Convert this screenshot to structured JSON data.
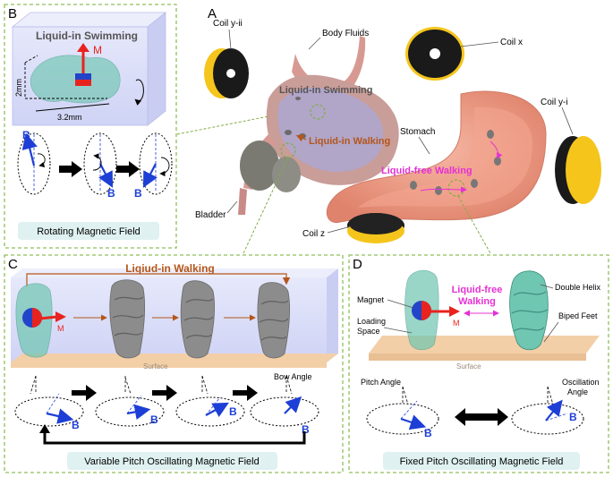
{
  "panel_a": {
    "letter": "A",
    "labels": {
      "coil_y_ii": "Coil y-ii",
      "body_fluids": "Body Fluids",
      "coil_x": "Coil x",
      "coil_y_i": "Coil y-i",
      "liquid_in_swimming": "Liquid-in Swimming",
      "liquid_in_walking": "Liquid-in Walking",
      "stomach": "Stomach",
      "liquid_free_walking": "Liquid-free Walking",
      "bladder": "Bladder",
      "coil_z": "Coil z"
    }
  },
  "panel_b": {
    "letter": "B",
    "title": "Liquid-in Swimming",
    "magnet_label": "M",
    "dim_height": "2mm",
    "dim_width": "3.2mm",
    "field_label": "B",
    "caption": "Rotating Magnetic Field"
  },
  "panel_c": {
    "letter": "C",
    "title": "Liqiud-in Walking",
    "magnet_label": "M",
    "surface": "Surface",
    "bow_angle": "Bow Angle",
    "field_label": "B",
    "caption": "Variable Pitch Oscillating Magnetic Field"
  },
  "panel_d": {
    "letter": "D",
    "magnet": "Magnet",
    "loading_space_1": "Loading",
    "loading_space_2": "Space",
    "magnet_label": "M",
    "walking_1": "Liquid-free",
    "walking_2": "Walking",
    "double_helix": "Double Helix",
    "biped_feet": "Biped Feet",
    "surface": "Surface",
    "pitch_angle": "Pitch Angle",
    "oscillation_1": "Oscillation",
    "oscillation_2": "Angle",
    "field_label": "B",
    "caption": "Fixed Pitch Oscillating Magnetic Field"
  },
  "colors": {
    "panel_border": "#8fbf5a",
    "magnet_red": "#e8231e",
    "field_blue": "#1d3fd6",
    "walking_orange": "#b5561a",
    "free_walking_magenta": "#e531d4",
    "robot_teal": "#6fc6b1",
    "robot_grey": "#8c8c8c",
    "coil_yellow": "#f5c51c",
    "caption_bg": "#dff1f1",
    "surface_tan": "#f3cfa8",
    "box_lavender": "#d9dcf7"
  }
}
